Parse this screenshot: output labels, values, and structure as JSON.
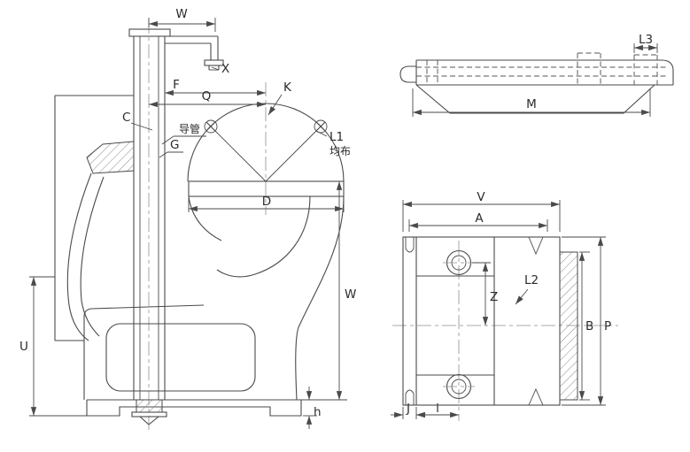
{
  "drawing_type": "mechanical engineering drawing, three views of a vertical pump assembly",
  "colors": {
    "line": "#4a4a4a",
    "centerline": "#8f8f8f",
    "hatch": "#8a8a8a",
    "text": "#2b2b2b",
    "background": "#ffffff"
  },
  "views": {
    "front": {
      "dim_w_top": "W",
      "label_x": "X",
      "dim_f": "F",
      "dim_q": "Q",
      "label_k": "K",
      "label_c": "C",
      "label_guide_tube": "导管",
      "label_g": "G",
      "label_l1": "L1",
      "label_evenly_distributed": "均布",
      "dim_d": "D",
      "dim_w_right": "W",
      "dim_u": "U",
      "dim_h": "h"
    },
    "top_side": {
      "dim_l3": "L3",
      "dim_m": "M"
    },
    "side": {
      "dim_v": "V",
      "dim_a": "A",
      "dim_z": "Z",
      "label_l2": "L2",
      "dim_b": "B",
      "dim_p": "P",
      "dim_j": "J",
      "dim_i": "i"
    }
  }
}
